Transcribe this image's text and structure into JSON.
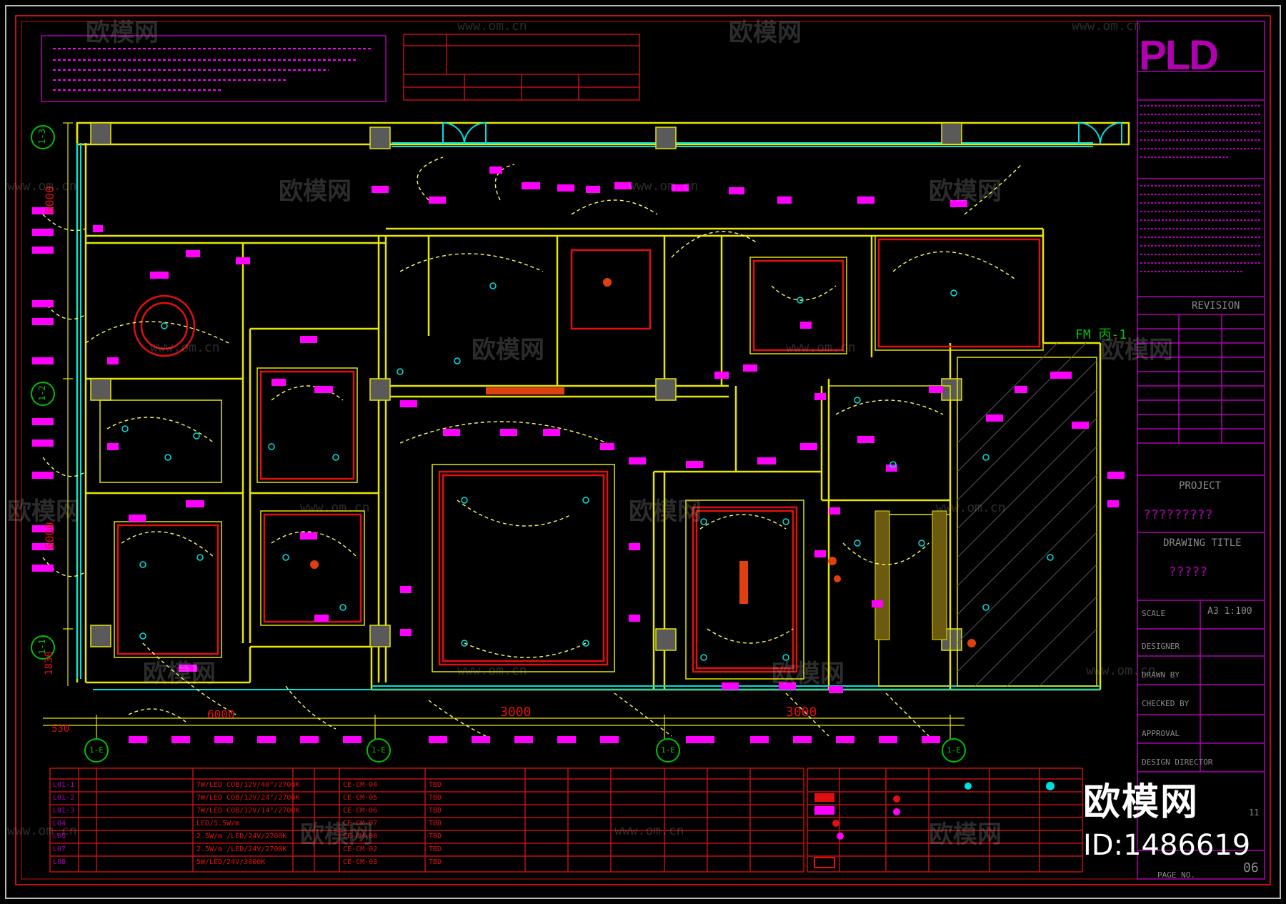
{
  "title_block": {
    "logo": "PLD",
    "revision_label": "REVISION",
    "project_label": "PROJECT",
    "drawing_title_label": "DRAWING TITLE",
    "scale_label": "SCALE",
    "scale_value": "A3  1:100",
    "designer_label": "DESIGNER",
    "drawn_by_label": "DRAWN BY",
    "checked_by_label": "CHECKED BY",
    "approval_label": "APPROVAL",
    "design_director_label": "DESIGN DIRECTOR",
    "page_no_label": "PAGE NO.",
    "page_no_value": "06",
    "project_value": "?????????",
    "drawing_title_value": "?????",
    "sheet_ref": "11"
  },
  "plan": {
    "section_marks": [
      "1-3",
      "1-2",
      "1-1"
    ],
    "bottom_marks": [
      "1-E",
      "1-E",
      "1-E",
      "1-E"
    ],
    "dimensions": [
      "6000",
      "3000",
      "3000",
      "530",
      "1830",
      "6000",
      "6000"
    ],
    "room_tag": "FM 丙-1"
  },
  "legend": {
    "rows": [
      [
        "L01-1",
        "7W/LED COB/12V/40°/2700K",
        "CE-CM-04",
        "TBD"
      ],
      [
        "L01-2",
        "7W/LED COB/12V/24°/2700K",
        "CE-CM-05",
        "TBD"
      ],
      [
        "L01-3",
        "7W/LED COB/12V/14°/2700K",
        "CE-CM-06",
        "TBD"
      ],
      [
        "L04",
        "LED/5.5W/m",
        "CE-CM-07",
        "TBD"
      ],
      [
        "L05",
        "2.5W/m /LED/24V/2700K",
        "CE-CM-08",
        "TBD"
      ],
      [
        "L07",
        "2.5W/m /LED/24V/2700K",
        "CE-CM-02",
        "TBD"
      ],
      [
        "L08",
        "5W/LED/24V/3000K",
        "CE-CM-03",
        "TBD"
      ]
    ]
  },
  "watermark": {
    "brand": "欧模网",
    "url": "www.om.cn",
    "id_text": "ID:1486619"
  },
  "colors": {
    "background": "#000000",
    "wall": "#e6e600",
    "cyan": "#00e0e0",
    "magenta": "#ff00ff",
    "red": "#e01010",
    "purple": "#b000b0",
    "wire": "#ffff60"
  }
}
